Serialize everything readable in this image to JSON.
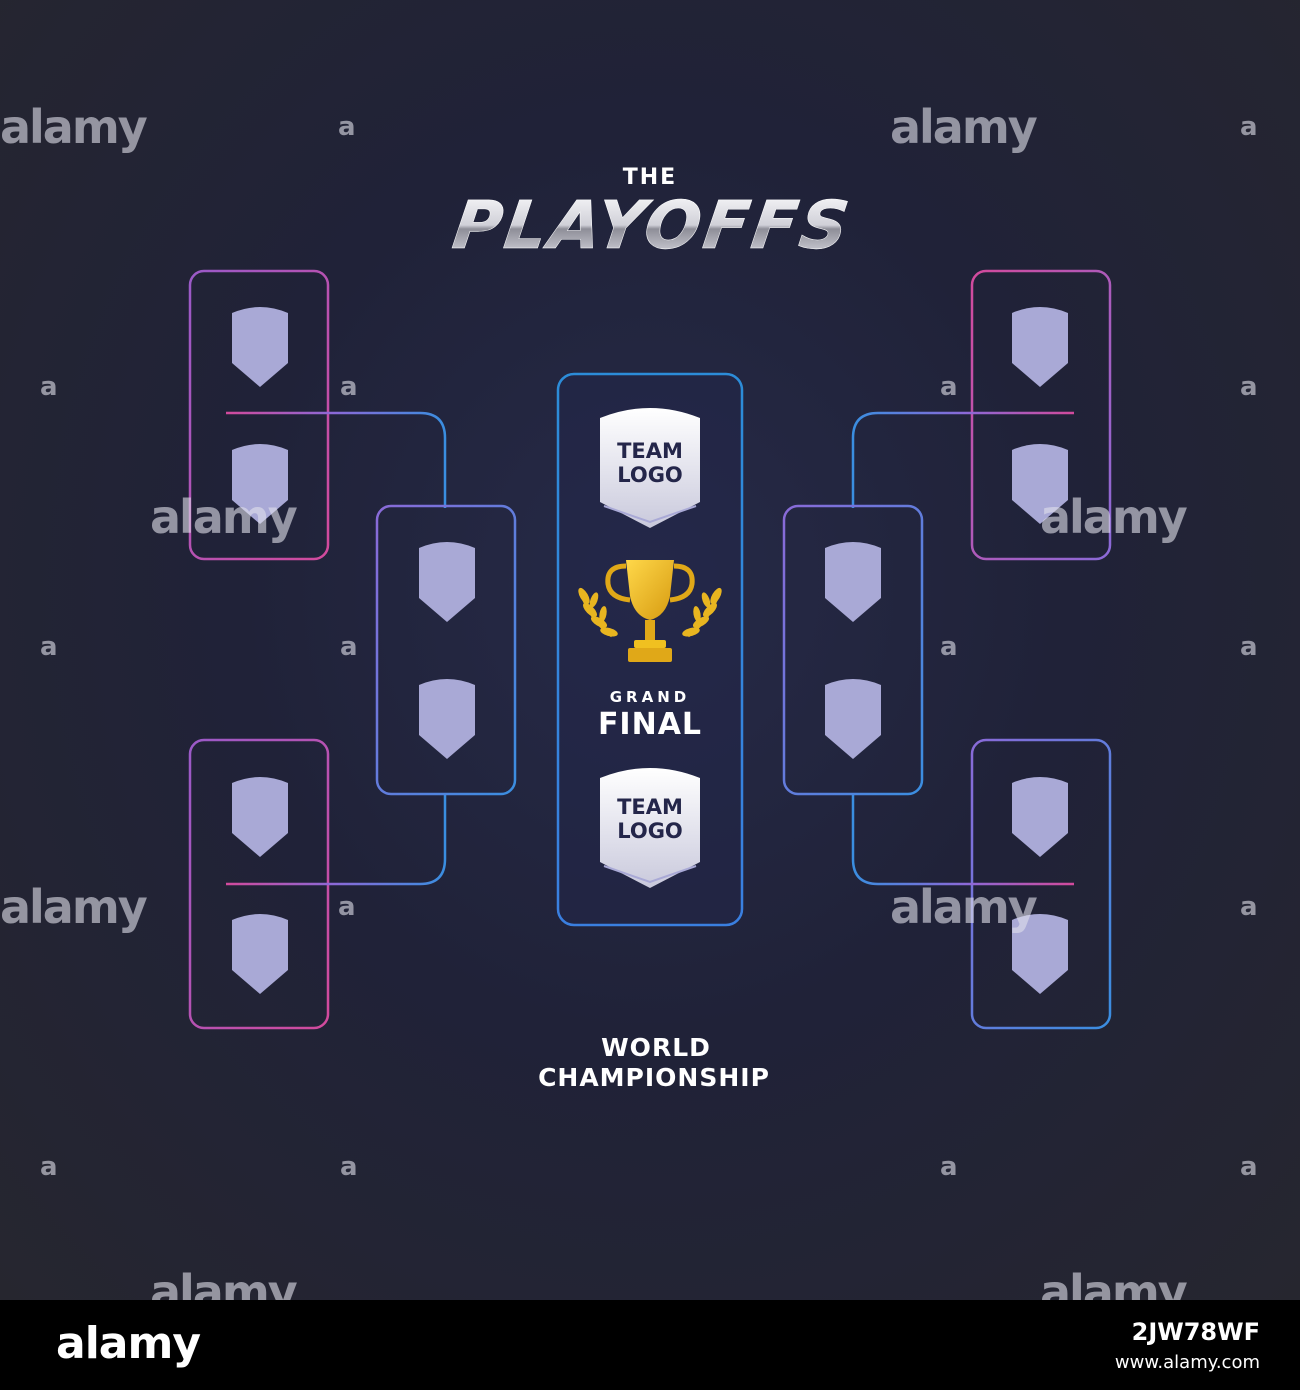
{
  "header": {
    "kicker": "THE",
    "title": "PLAYOFFS"
  },
  "final": {
    "team1_line1": "TEAM",
    "team1_line2": "LOGO",
    "team2_line1": "TEAM",
    "team2_line2": "LOGO",
    "kicker": "GRAND",
    "title": "FINAL"
  },
  "footer_title": {
    "line1": "WORLD",
    "line2": "CHAMPIONSHIP"
  },
  "watermark": {
    "brand": "alamy",
    "glyph": "a"
  },
  "stock_bar": {
    "brand": "alamy",
    "image_id": "2JW78WF",
    "url": "www.alamy.com"
  },
  "colors": {
    "pink": "#d24a9c",
    "purple": "#8a6ad8",
    "blue": "#3a8ee0",
    "shield": "#a9a9d6",
    "gold": "#e8b520"
  },
  "icons": [
    "shield-icon",
    "trophy-icon",
    "laurel-icon"
  ]
}
